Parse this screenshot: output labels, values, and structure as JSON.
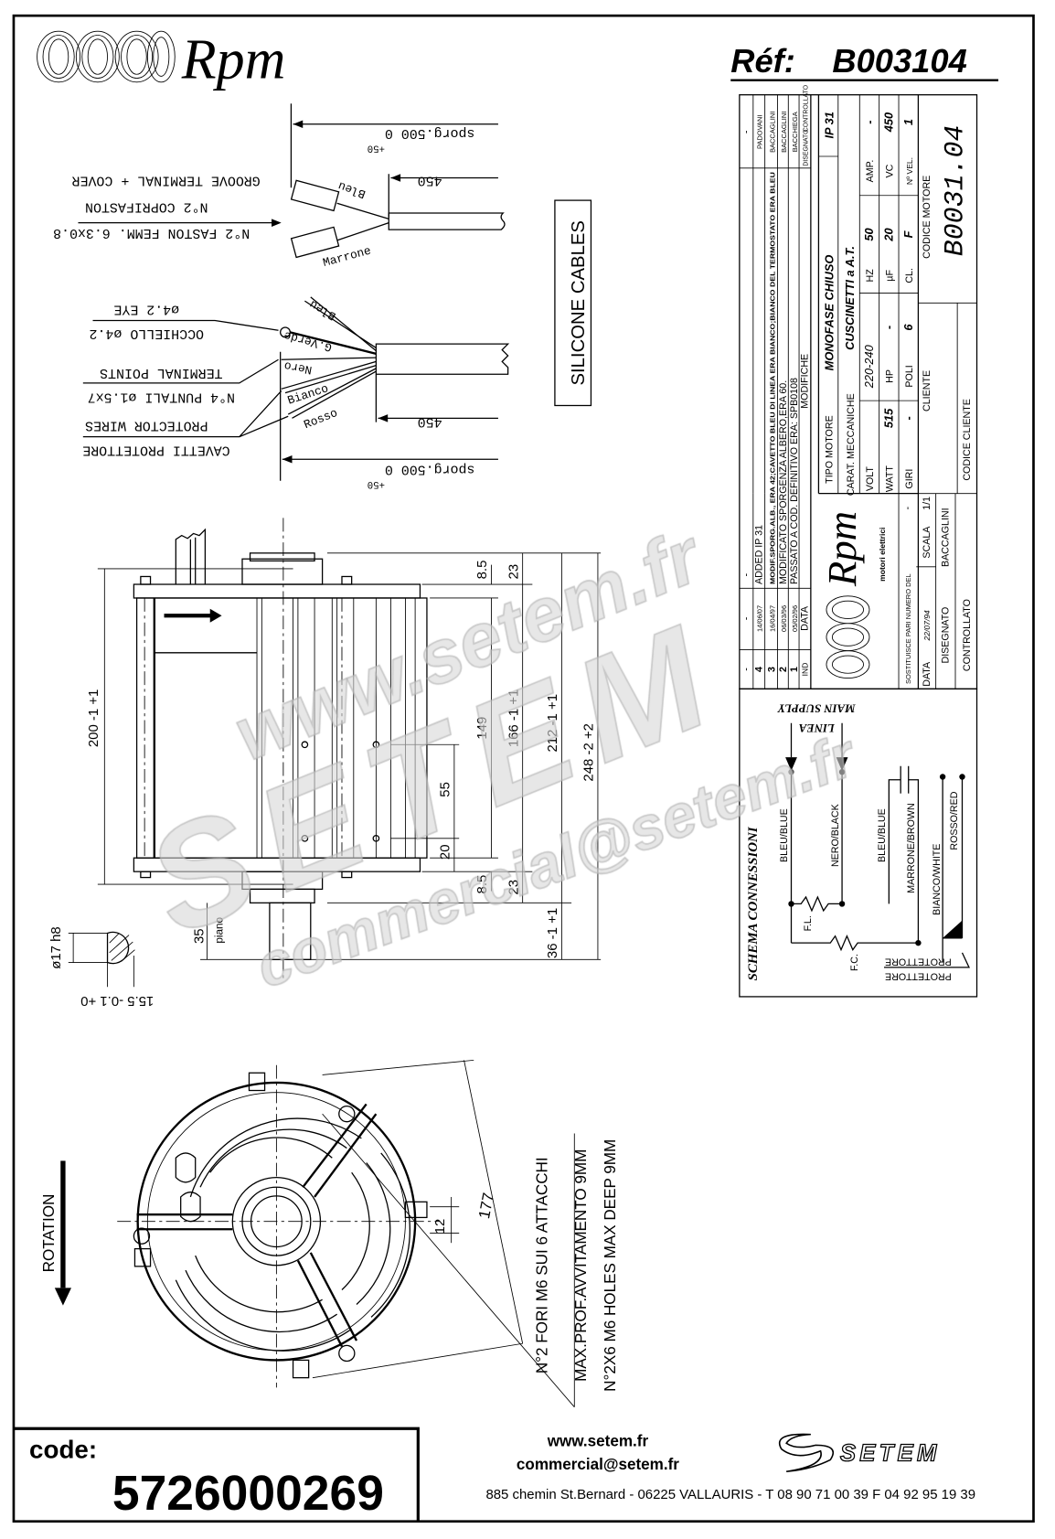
{
  "header": {
    "logo_text": "Rpm",
    "reference_label": "Réf:",
    "reference_value": "B003104"
  },
  "cables": {
    "top": {
      "sporg": "sporg.500 0",
      "sporg_tol": "+50",
      "length": "450",
      "label_groove": "GROOVE TERMINAL + COVER",
      "label_coprifaston": "N°2 COPRIFASTON",
      "label_faston": "N°2 FASTON FEMM. 6.3x0.8",
      "wire_1": "Bleu",
      "wire_2": "Marrone"
    },
    "bottom": {
      "label_eye": "ø4.2 EYE",
      "label_occhiello": "OCCHIELLO ø4.2",
      "label_terminal_points": "TERMINAL POINTS",
      "label_puntali": "N°4 PUNTALI ø1.5x7",
      "label_protector_wires": "PROTECTOR WIRES",
      "label_cavetti": "CAVETTI PROTETTORE",
      "length": "450",
      "sporg": "sporg.500 0",
      "sporg_tol": "+50",
      "wires": [
        "Bleu",
        "G.Verde",
        "Nero",
        "Bianco",
        "Rosso"
      ]
    },
    "silicone_label": "SILICONE CABLES"
  },
  "side_view": {
    "dim_200": "200 -1 +1",
    "dim_8_5_top": "8.5",
    "dim_8_5_bottom": "8.5",
    "dim_23_top": "23",
    "dim_23_bottom": "23",
    "dim_149": "149",
    "dim_166": "166 -1 +1",
    "dim_212": "212 -1 +1",
    "dim_248": "248 -2 +2",
    "dim_55": "55",
    "dim_20": "20",
    "dim_36": "36 -1 +1",
    "dim_35": "35",
    "piano": "piano",
    "shaft_dia": "ø17 h8",
    "shaft_flat": "15.5 -0.1 +0"
  },
  "front_view": {
    "dim_177": "177",
    "dim_12": "12",
    "rotation": "ROTATION",
    "note_1": "N°2 FORI M6 SUI 6 ATTACCHI",
    "note_2": "MAX.PROF.AVVITAMENTO 9MM",
    "note_3": "N°2X6 M6 HOLES MAX DEEP 9MM"
  },
  "title_block": {
    "revisions": [
      {
        "ind": "-",
        "date": "-",
        "text": "-",
        "by": "-"
      },
      {
        "ind": "4",
        "date": "14/06/07",
        "text": "ADDED IP 31",
        "by": "PADOVANI"
      },
      {
        "ind": "3",
        "date": "16/04/97",
        "text": "MODIF.SPORG.ALB., ERA 42;CAVETTO BLEU DI LINEA ERA BIANCO;BIANCO DEL TERMOSTATO ERA BLEU",
        "by": "BACCAGLINI"
      },
      {
        "ind": "2",
        "date": "06/03/96",
        "text": "MODIFICATO SPORGENZA ALBERO,ERA 60.",
        "by": "BACCAGLINI"
      },
      {
        "ind": "1",
        "date": "05/02/96",
        "text": "PASSATO A COD. DEFINITIVO ERA: SPB0108",
        "by": "BACCHIEGA"
      }
    ],
    "rev_header": {
      "ind": "IND",
      "date": "DATA",
      "text": "MODIFICHE",
      "drawn": "DISEGNATO",
      "checked": "CONTROLLATO"
    },
    "tipo_motore_label": "TIPO MOTORE",
    "tipo_motore": "MONOFASE CHIUSO",
    "ip": "IP 31",
    "carat_label": "CARAT. MECCANICHE",
    "carat": "CUSCINETTI a A.T.",
    "volt_label": "VOLT",
    "volt": "220-240",
    "hz_label": "HZ",
    "hz": "50",
    "amp_label": "AMP.",
    "amp": "-",
    "watt_label": "WATT",
    "watt": "515",
    "hp_label": "HP",
    "hp": "-",
    "uf_label": "µF",
    "uf": "20",
    "vc_label": "VC",
    "vc": "450",
    "giri_label": "GIRI",
    "giri": "-",
    "poli_label": "POLI",
    "poli": "6",
    "cl_label": "CL.",
    "cl": "F",
    "vel_label": "Nº VEL.",
    "vel": "1",
    "codice_motore_label": "CODICE MOTORE",
    "codice_motore": "B0031.04",
    "cliente_label": "CLIENTE",
    "codice_cliente_label": "CODICE CLIENTE",
    "logo_text": "Rpm",
    "logo_sub": "motori elettrici",
    "sostituisce_label": "SOSTITUISCE PARI NUMERO DEL",
    "sostituisce": "-",
    "data_label": "DATA",
    "data": "22/07/94",
    "scala_label": "SCALA",
    "scala": "1/1",
    "disegnato_label": "DISEGNATO",
    "disegnato": "BACCAGLINI",
    "controllato_label": "CONTROLLATO"
  },
  "schema": {
    "title": "SCHEMA CONNESSIONI",
    "linea": "LINEA",
    "main_supply": "MAIN SUPPLY",
    "wires": [
      "BLEU/BLUE",
      "NERO/BLACK",
      "BLEU/BLUE",
      "MARRONE/BROWN",
      "BIANCO/WHITE",
      "ROSSO/RED"
    ],
    "fl": "F.L.",
    "fc": "F.C.",
    "protettore": "PROTETTORE"
  },
  "watermark": {
    "line_1": "www.setem.fr",
    "line_2": "SETEM",
    "line_3": "commercial@setem.fr"
  },
  "footer": {
    "code_label": "code:",
    "code_value": "5726000269",
    "website": "www.setem.fr",
    "email": "commercial@setem.fr",
    "address": "885 chemin St.Bernard  -  06225 VALLAURIS  -  T 08 90 71 00 39   F 04 92 95 19 39",
    "brand": "SETEM"
  }
}
